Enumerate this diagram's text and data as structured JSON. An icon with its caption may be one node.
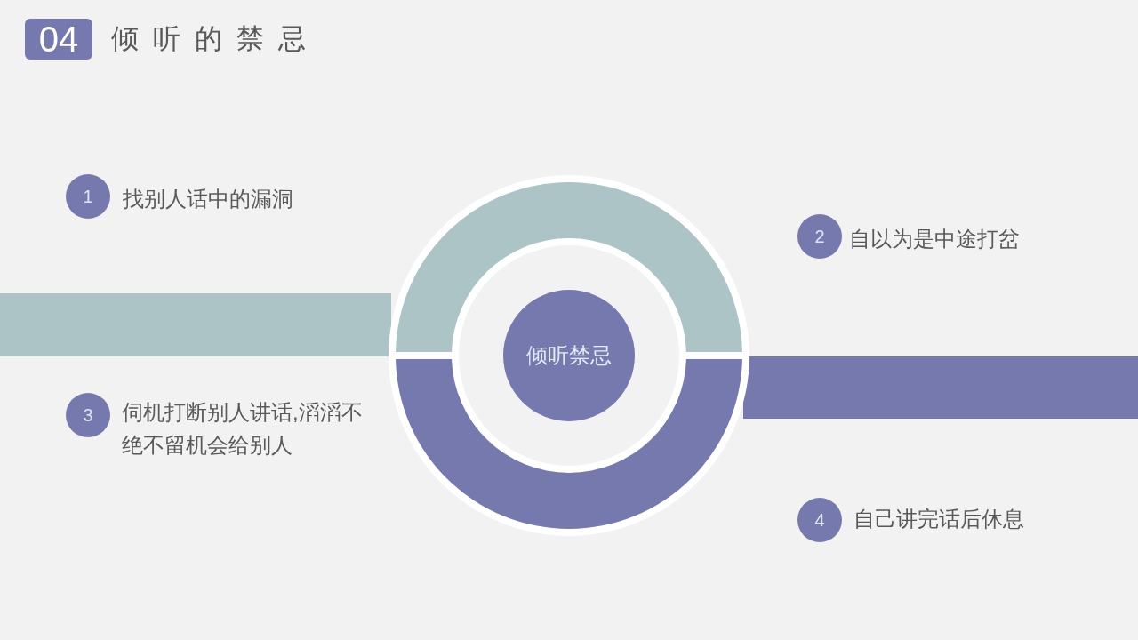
{
  "diagram": {
    "title": "倾听的禁忌",
    "nodes": [
      {
        "text": [
          "04"
        ]
      },
      {
        "text": [
          "1"
        ],
        "beside": [
          "找别人话中的漏洞"
        ]
      },
      {
        "text": [],
        "shape": "arc"
      },
      {
        "text": [
          "2"
        ],
        "beside": [
          "自以为是中途打岔"
        ]
      },
      {
        "text": [],
        "shape": "bar"
      },
      {
        "text": [
          "倾听禁忌"
        ]
      },
      {
        "text": [],
        "shape": "bar"
      },
      {
        "text": [],
        "shape": "arc"
      },
      {
        "text": [
          "3"
        ],
        "beside": [
          "伺机打断别人讲话,滔滔不绝不留机会给别人"
        ]
      },
      {
        "text": [
          "4"
        ],
        "beside": [
          "自己讲完话后休息"
        ]
      }
    ]
  }
}
